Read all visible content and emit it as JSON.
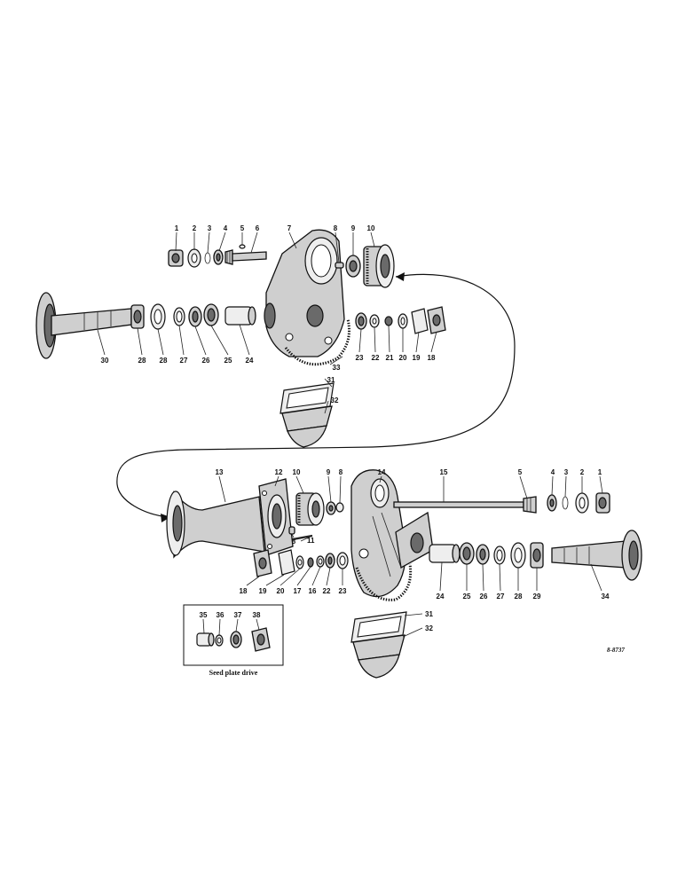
{
  "inset": {
    "caption": "Seed plate drive"
  },
  "drawing_code": "8-8737",
  "labels": {
    "upper": {
      "n1": "1",
      "n2": "2",
      "n3": "3",
      "n4": "4",
      "n5": "5",
      "n6": "6",
      "n7": "7",
      "n8": "8",
      "n9": "9",
      "n10": "10",
      "n18": "18",
      "n19": "19",
      "n20": "20",
      "n21": "21",
      "n22": "22",
      "n23": "23",
      "n24": "24",
      "n25": "25",
      "n26": "26",
      "n27": "27",
      "n28a": "28",
      "n28b": "28",
      "n30": "30",
      "n31": "31",
      "n32": "32",
      "n33": "33"
    },
    "lower": {
      "n1": "1",
      "n2": "2",
      "n3": "3",
      "n4": "4",
      "n5": "5",
      "n8a": "8",
      "n8b": "8",
      "n9": "9",
      "n10": "10",
      "n11": "11",
      "n12": "12",
      "n13": "13",
      "n14": "14",
      "n15": "15",
      "n16": "16",
      "n17": "17",
      "n18": "18",
      "n19": "19",
      "n20": "20",
      "n22": "22",
      "n23": "23",
      "n24": "24",
      "n25": "25",
      "n26": "26",
      "n27": "27",
      "n28": "28",
      "n29": "29",
      "n31": "31",
      "n32": "32",
      "n34": "34"
    },
    "inset": {
      "n35": "35",
      "n36": "36",
      "n37": "37",
      "n38": "38"
    }
  }
}
